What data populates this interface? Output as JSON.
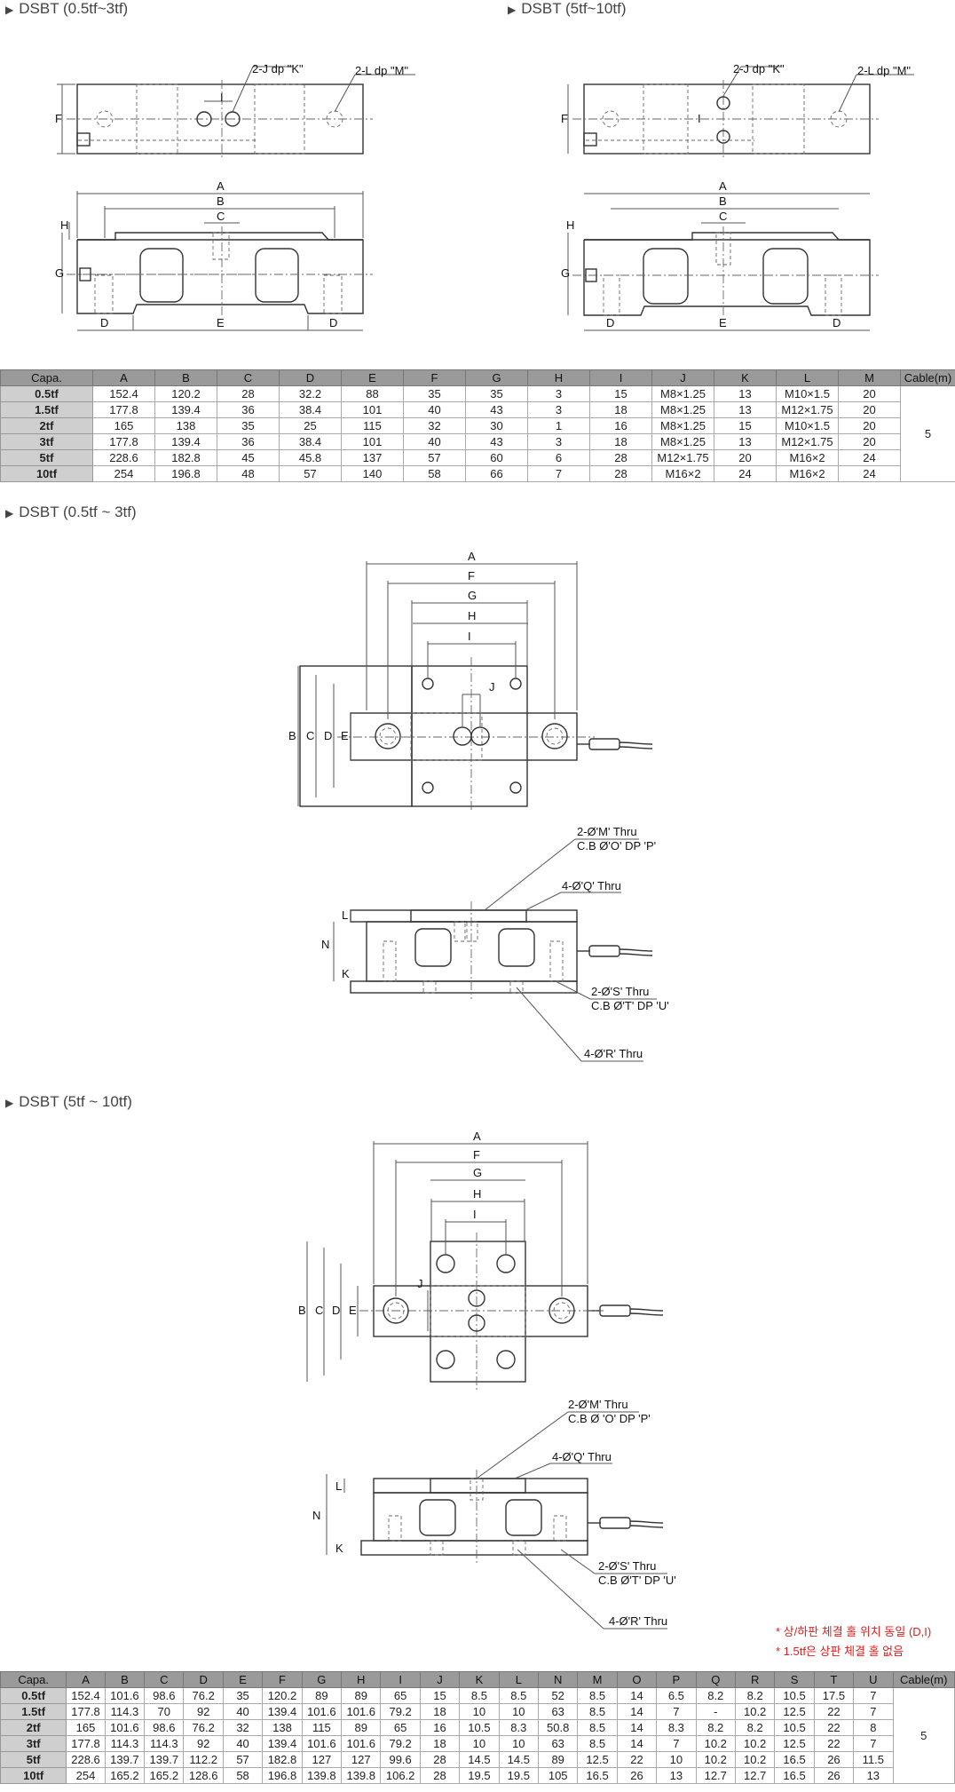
{
  "sections": {
    "top_left": "DSBT (0.5tf~3tf)",
    "top_right": "DSBT (5tf~10tf)",
    "mid": "DSBT (0.5tf ~ 3tf)",
    "bottom": "DSBT (5tf ~ 10tf)"
  },
  "labels": {
    "j_dp_k": "2-J dp \"K\"",
    "l_dp_m": "2-L dp \"M\"",
    "m_thru": "2-Ø'M' Thru",
    "cb_o_p_1": "C.B  Ø'O' DP 'P'",
    "cb_o_p_2": "C.B Ø 'O' DP 'P'",
    "q_thru_1": "4-Ø'Q' Thru",
    "q_thru_2": "4-Ø'Q' Thru",
    "s_thru": "2-Ø'S' Thru",
    "cb_t_u": "C.B Ø'T' DP 'U'",
    "r_thru": "4-Ø'R' Thru",
    "A": "A",
    "B": "B",
    "C": "C",
    "D": "D",
    "E": "E",
    "F": "F",
    "G": "G",
    "H": "H",
    "I": "I",
    "J": "J",
    "K": "K",
    "L": "L",
    "N": "N"
  },
  "notes": {
    "n1": "* 상/하판 체결 홀 위치 동일 (D,I)",
    "n2": "* 1.5tf은 상판 체결 홀 없음"
  },
  "table1": {
    "headers": [
      "Capa.",
      "A",
      "B",
      "C",
      "D",
      "E",
      "F",
      "G",
      "H",
      "I",
      "J",
      "K",
      "L",
      "M",
      "Cable(m)"
    ],
    "rows": [
      [
        "0.5tf",
        "152.4",
        "120.2",
        "28",
        "32.2",
        "88",
        "35",
        "35",
        "3",
        "15",
        "M8×1.25",
        "13",
        "M10×1.5",
        "20"
      ],
      [
        "1.5tf",
        "177.8",
        "139.4",
        "36",
        "38.4",
        "101",
        "40",
        "43",
        "3",
        "18",
        "M8×1.25",
        "13",
        "M12×1.75",
        "20"
      ],
      [
        "2tf",
        "165",
        "138",
        "35",
        "25",
        "115",
        "32",
        "30",
        "1",
        "16",
        "M8×1.25",
        "15",
        "M10×1.5",
        "20"
      ],
      [
        "3tf",
        "177.8",
        "139.4",
        "36",
        "38.4",
        "101",
        "40",
        "43",
        "3",
        "18",
        "M8×1.25",
        "13",
        "M12×1.75",
        "20"
      ],
      [
        "5tf",
        "228.6",
        "182.8",
        "45",
        "45.8",
        "137",
        "57",
        "60",
        "6",
        "28",
        "M12×1.75",
        "20",
        "M16×2",
        "24"
      ],
      [
        "10tf",
        "254",
        "196.8",
        "48",
        "57",
        "140",
        "58",
        "66",
        "7",
        "28",
        "M16×2",
        "24",
        "M16×2",
        "24"
      ]
    ],
    "cable": "5"
  },
  "table2": {
    "headers": [
      "Capa.",
      "A",
      "B",
      "C",
      "D",
      "E",
      "F",
      "G",
      "H",
      "I",
      "J",
      "K",
      "L",
      "N",
      "M",
      "O",
      "P",
      "Q",
      "R",
      "S",
      "T",
      "U",
      "Cable(m)"
    ],
    "rows": [
      [
        "0.5tf",
        "152.4",
        "101.6",
        "98.6",
        "76.2",
        "35",
        "120.2",
        "89",
        "89",
        "65",
        "15",
        "8.5",
        "8.5",
        "52",
        "8.5",
        "14",
        "6.5",
        "8.2",
        "8.2",
        "10.5",
        "17.5",
        "7"
      ],
      [
        "1.5tf",
        "177.8",
        "114.3",
        "70",
        "92",
        "40",
        "139.4",
        "101.6",
        "101.6",
        "79.2",
        "18",
        "10",
        "10",
        "63",
        "8.5",
        "14",
        "7",
        "-",
        "10.2",
        "12.5",
        "22",
        "7"
      ],
      [
        "2tf",
        "165",
        "101.6",
        "98.6",
        "76.2",
        "32",
        "138",
        "115",
        "89",
        "65",
        "16",
        "10.5",
        "8.3",
        "50.8",
        "8.5",
        "14",
        "8.3",
        "8.2",
        "8.2",
        "10.5",
        "22",
        "8"
      ],
      [
        "3tf",
        "177.8",
        "114.3",
        "114.3",
        "92",
        "40",
        "139.4",
        "101.6",
        "101.6",
        "79.2",
        "18",
        "10",
        "10",
        "63",
        "8.5",
        "14",
        "7",
        "10.2",
        "10.2",
        "12.5",
        "22",
        "7"
      ],
      [
        "5tf",
        "228.6",
        "139.7",
        "139.7",
        "112.2",
        "57",
        "182.8",
        "127",
        "127",
        "99.6",
        "28",
        "14.5",
        "14.5",
        "89",
        "12.5",
        "22",
        "10",
        "10.2",
        "10.2",
        "16.5",
        "26",
        "11.5"
      ],
      [
        "10tf",
        "254",
        "165.2",
        "165.2",
        "128.6",
        "58",
        "196.8",
        "139.8",
        "139.8",
        "106.2",
        "28",
        "19.5",
        "19.5",
        "105",
        "16.5",
        "26",
        "13",
        "12.7",
        "12.7",
        "16.5",
        "26",
        "13"
      ]
    ],
    "cable": "5"
  }
}
